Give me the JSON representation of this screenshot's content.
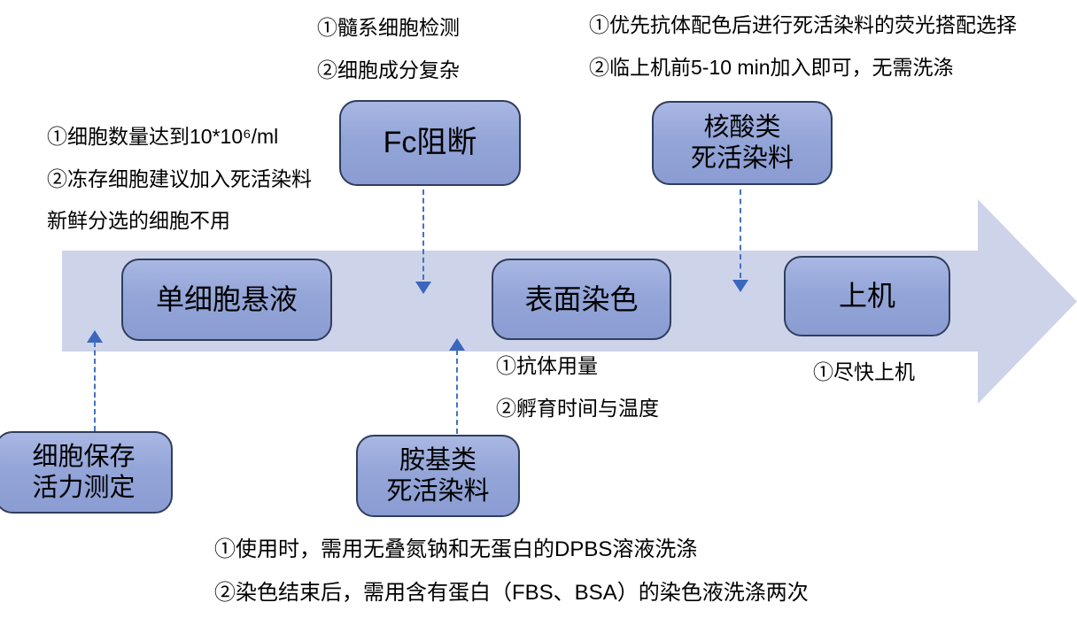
{
  "diagram": {
    "colors": {
      "band": "#cdd3e9",
      "node_fill_top": "#a9b7e3",
      "node_fill_bottom": "#8a9cd2",
      "node_border": "#2f3e5c",
      "connector": "#4472c4",
      "text": "#000000"
    },
    "steps": {
      "single_cell": "单细胞悬液",
      "surface_stain": "表面染色",
      "run": "上机"
    },
    "branches": {
      "fc_block": "Fc阻断",
      "nucleic_dye_line1": "核酸类",
      "nucleic_dye_line2": "死活染料",
      "viability_line1": "细胞保存",
      "viability_line2": "活力测定",
      "amine_dye_line1": "胺基类",
      "amine_dye_line2": "死活染料"
    },
    "annotations": {
      "cell_prep": [
        "①细胞数量达到10*10⁶/ml",
        "②冻存细胞建议加入死活染料",
        "新鲜分选的细胞不用"
      ],
      "fc_block": [
        "①髓系细胞检测",
        "②细胞成分复杂"
      ],
      "nucleic_dye": [
        "①优先抗体配色后进行死活染料的荧光搭配选择",
        "②临上机前5-10 min加入即可，无需洗涤"
      ],
      "surface_stain": [
        "①抗体用量",
        "②孵育时间与温度"
      ],
      "run": [
        "①尽快上机"
      ],
      "amine_dye": [
        "①使用时，需用无叠氮钠和无蛋白的DPBS溶液洗涤",
        "②染色结束后，需用含有蛋白（FBS、BSA）的染色液洗涤两次"
      ]
    }
  }
}
